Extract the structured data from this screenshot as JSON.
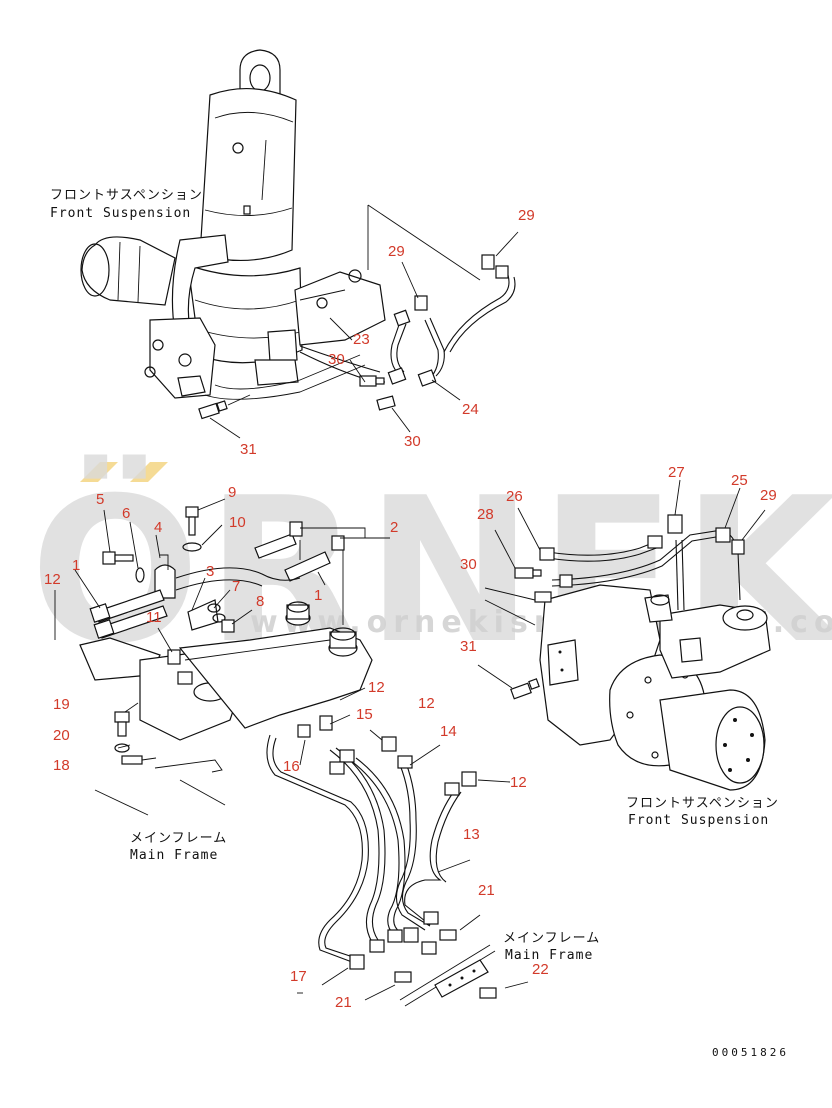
{
  "captions": {
    "front_suspension_top_ja": "フロントサスペンション",
    "front_suspension_top_en": "Front Suspension",
    "front_suspension_right_ja": "フロントサスペンション",
    "front_suspension_right_en": "Front Suspension",
    "main_frame_left_ja": "メインフレーム",
    "main_frame_left_en": "Main Frame",
    "main_frame_bottom_ja": "メインフレーム",
    "main_frame_bottom_en": "Main Frame"
  },
  "document_id": "00051826",
  "watermark": {
    "brand": "ÖRNEK",
    "url": "www.ornekismakinalari.com.tr"
  },
  "part_numbers": {
    "p29a": "29",
    "p29b": "29",
    "p23": "23",
    "p30a": "30",
    "p24": "24",
    "p30b": "30",
    "p31a": "31",
    "p9": "9",
    "p5": "5",
    "p6": "6",
    "p10": "10",
    "p4": "4",
    "p2": "2",
    "p1a": "1",
    "p3": "3",
    "p12a": "12",
    "p7": "7",
    "p8": "8",
    "p1b": "1",
    "p11": "11",
    "p12b": "12",
    "p15": "15",
    "p12c": "12",
    "p14": "14",
    "p16": "16",
    "p12d": "12",
    "p19": "19",
    "p20": "20",
    "p18": "18",
    "p13": "13",
    "p21a": "21",
    "p17": "17",
    "p21b": "21",
    "p22": "22",
    "p27": "27",
    "p25": "25",
    "p29c": "29",
    "p26": "26",
    "p28": "28",
    "p30c": "30",
    "p31b": "31"
  },
  "colors": {
    "callout_red": "#d23a2a",
    "line_black": "#111111",
    "watermark_grey": "#d9d9d9",
    "watermark_accent": "#f3d27a"
  }
}
